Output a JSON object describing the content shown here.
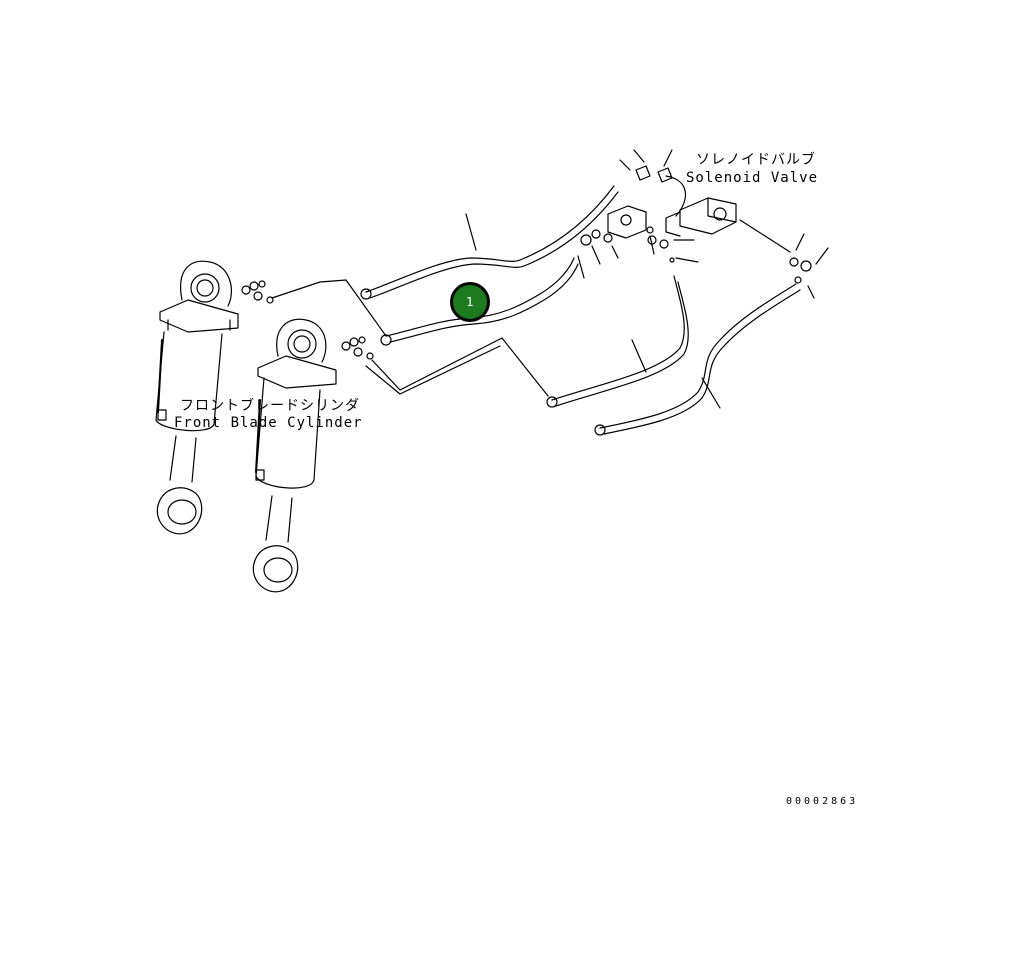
{
  "labels": {
    "solenoid_valve_jp": "ソレノイドバルブ",
    "solenoid_valve_en": "Solenoid Valve",
    "front_blade_cylinder_jp": "フロントブレードシリンダ",
    "front_blade_cylinder_en": "Front Blade Cylinder"
  },
  "callout": {
    "number": "1",
    "color": "#1e7a1e"
  },
  "drawing_code": "00002863"
}
